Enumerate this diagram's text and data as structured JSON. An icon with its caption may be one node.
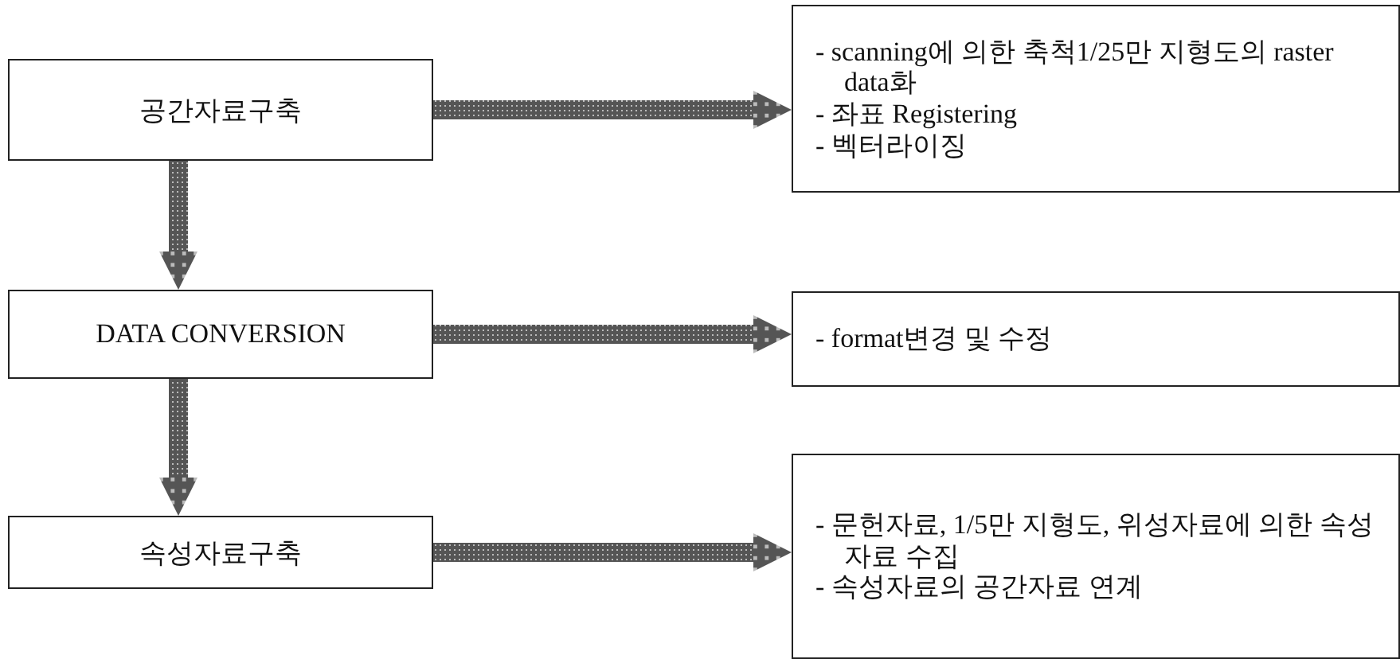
{
  "diagram": {
    "nodes": [
      {
        "text": [
          "공간자료구축"
        ]
      },
      {
        "text": [
          "DATA CONVERSION"
        ]
      },
      {
        "text": [
          "속성자료구축"
        ]
      },
      {
        "text": [
          "- scanning에 의한 축척1/25만 지형도의 raster data화",
          "- 좌표 Registering",
          "- 벡터라이징"
        ]
      },
      {
        "text": [
          "- format변경 및 수정"
        ]
      },
      {
        "text": [
          "- 문헌자료, 1/5만 지형도, 위성자료에 의한 속성자료 수집",
          "- 속성자료의 공간자료 연계"
        ]
      }
    ],
    "edges": [
      {
        "from": 0,
        "to": 1,
        "arrow": "to"
      },
      {
        "from": 1,
        "to": 2,
        "arrow": "to"
      },
      {
        "from": 0,
        "to": 3,
        "arrow": "to"
      },
      {
        "from": 1,
        "to": 4,
        "arrow": "to"
      },
      {
        "from": 2,
        "to": 5,
        "arrow": "to"
      }
    ]
  }
}
